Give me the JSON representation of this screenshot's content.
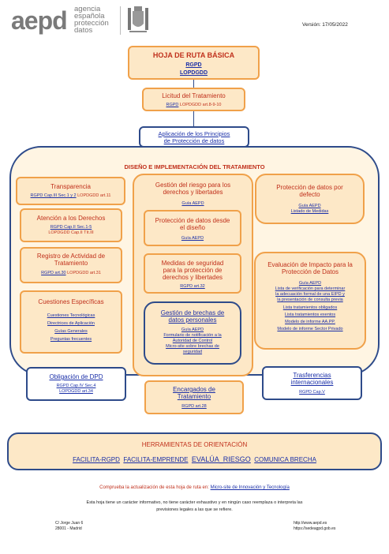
{
  "header": {
    "logo_text": "aepd",
    "agency_lines": [
      "agencia",
      "española",
      "protección",
      "datos"
    ],
    "version": "Versión: 17/05/2022"
  },
  "top": {
    "title": "HOJA DE RUTA BÁSICA",
    "links": [
      "RGPD",
      "LOPDGDD"
    ]
  },
  "licitud": {
    "title": "Licitud del Tratamiento",
    "link": "RGPD",
    "text": "LOPDGDD art.8-9-10"
  },
  "principios": {
    "line1": "Aplicación de los Principios",
    "line2": "de Protección de datos"
  },
  "main_title": "DISEÑO E IMPLEMENTACIÓN DEL TRATAMIENTO",
  "transparencia": {
    "title": "Transparencia",
    "link": "RGPD Cap.III Sec.1 y 2",
    "text": "LOPDGDD art.11"
  },
  "atencion": {
    "title": "Atención a los Derechos",
    "link": "RGPD Cap.II Sec.1-5",
    "text": "LOPDGDD Cap.II Tít.III"
  },
  "registro": {
    "title_l1": "Registro de Actividad de",
    "title_l2": "Tratamiento",
    "link": "RGPD art.30",
    "text": "LOPDGDD art.31"
  },
  "cuestiones": {
    "title": "Cuestiones Específicas",
    "links": [
      "Cuestiones Tecnológicas",
      "Directrices de Aplicación",
      "Guías Generales",
      "Preguntas frecuentes"
    ]
  },
  "gestion_riesgo": {
    "title_l1": "Gestión del riesgo para los",
    "title_l2": "derechos y libertades",
    "link": "Guía AEPD"
  },
  "proteccion_diseno": {
    "title_l1": "Protección de datos desde",
    "title_l2": "el diseño",
    "link": "Guía AEPD"
  },
  "medidas": {
    "title_l1": "Medidas de seguridad",
    "title_l2": "para la protección de",
    "title_l3": "derechos y libertades",
    "link": "RGPD art.32"
  },
  "brechas": {
    "title_l1": "Gestión de brechas de",
    "title_l2": "datos personales",
    "links": [
      "Guía AEPD",
      "Formulario de notificación a la",
      "Autoridad de Control",
      "Micro-site sobre brechas de",
      "seguridad"
    ]
  },
  "proteccion_defecto": {
    "title_l1": "Protección de datos por",
    "title_l2": "defecto",
    "links": [
      "Guía AEPD",
      "Listado de Medidas"
    ]
  },
  "eipd": {
    "title_l1": "Evaluación de Impacto para la",
    "title_l2": "Protección de Datos",
    "links": [
      "Guía AEPD",
      "Lista de verificación para determinar",
      "la adecuación formal de una EIPD y",
      "la presentación de consulta previa",
      "Lista tratamientos obligados",
      "Lista tratamientos exentos",
      "Modelo de informe AA.PP.",
      "Modelo de informe Sector Privado"
    ]
  },
  "obligacion_dpd": {
    "title": "Obligación de DPD",
    "link": "RGPD Cap.IV Sec.4",
    "text": "LOPDGDD art.34"
  },
  "encargados": {
    "title_l1": "Encargados de",
    "title_l2": "Tratamiento",
    "link": "RGPD art.28"
  },
  "transferencias": {
    "title_l1": "Trasferencias",
    "title_l2": "internacionales",
    "link": "RGPD Cap.V"
  },
  "herramientas": {
    "title": "HERRAMIENTAS DE ORIENTACIÓN",
    "links": [
      "FACILITA-RGPD",
      "FACILITA-EMPRENDE",
      "EVALÚA_RIESGO",
      "COMUNICA BRECHA"
    ]
  },
  "footer": {
    "update_text": "Comprueba la actualización de esta hoja de ruta en:",
    "update_link": "Micro-site de Innovación y Tecnología",
    "disclaimer_l1": "Esta hoja tiene un carácter informativo, no tiene carácter exhaustivo y en ningún caso reemplaza o interpreta las",
    "disclaimer_l2": "previsiones legales a las que se refiere.",
    "address_l1": "C/ Jorge Juan 6",
    "address_l2": "28001 - Madrid",
    "url_l1": "http://www.aepd.es",
    "url_l2": "https://sedeagpd.gob.es"
  },
  "colors": {
    "orange_border": "#f0a14a",
    "box_fill": "#fde8c7",
    "blue_border": "#2e4b8a",
    "title_red": "#c0301c",
    "link_blue": "#1a2fa8"
  },
  "icons": [
    "logo-aepd-icon",
    "coat-of-arms-icon"
  ]
}
